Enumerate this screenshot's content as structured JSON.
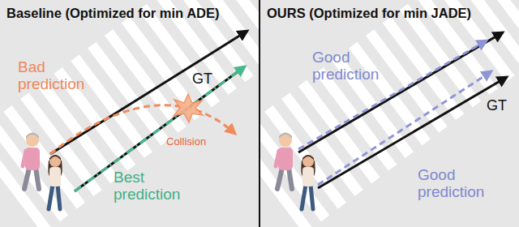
{
  "diagram": {
    "nodes": [
      {
        "text": [
          "Baseline (Optimized for min ADE)"
        ]
      },
      {
        "text": [
          "OURS (Optimized for min JADE)"
        ]
      }
    ],
    "labels": [
      "Bad prediction",
      "GT",
      "Collision",
      "Best prediction",
      "Good prediction",
      "GT",
      "Good prediction"
    ]
  }
}
